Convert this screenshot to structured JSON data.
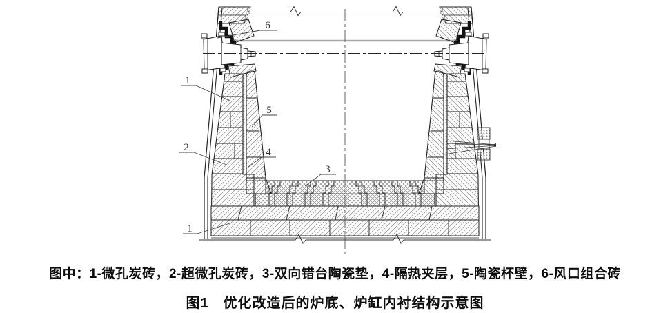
{
  "figure": {
    "type": "technical-cross-section",
    "subject": "blast furnace hearth and bottom lining",
    "caption_legend": "图中：1-微孔炭砖，2-超微孔炭砖，3-双向错台陶瓷垫，4-隔热夹层，5-陶瓷杯壁，6-风口组合砖",
    "caption_title": "图1　优化改造后的炉底、炉缸内衬结构示意图",
    "legend_items": [
      {
        "num": "1",
        "label": "微孔炭砖"
      },
      {
        "num": "2",
        "label": "超微孔炭砖"
      },
      {
        "num": "3",
        "label": "双向错台陶瓷垫"
      },
      {
        "num": "4",
        "label": "隔热夹层"
      },
      {
        "num": "5",
        "label": "陶瓷杯壁"
      },
      {
        "num": "6",
        "label": "风口组合砖"
      }
    ],
    "callouts": [
      {
        "num": "6"
      },
      {
        "num": "1"
      },
      {
        "num": "5"
      },
      {
        "num": "2"
      },
      {
        "num": "4"
      },
      {
        "num": "3"
      },
      {
        "num": "1"
      }
    ],
    "colors": {
      "line": "#222222",
      "seam_black": "#141414",
      "hatch": "#9a9a9a",
      "gray_reference_line": "#a8a8a8",
      "background": "#ffffff"
    }
  }
}
